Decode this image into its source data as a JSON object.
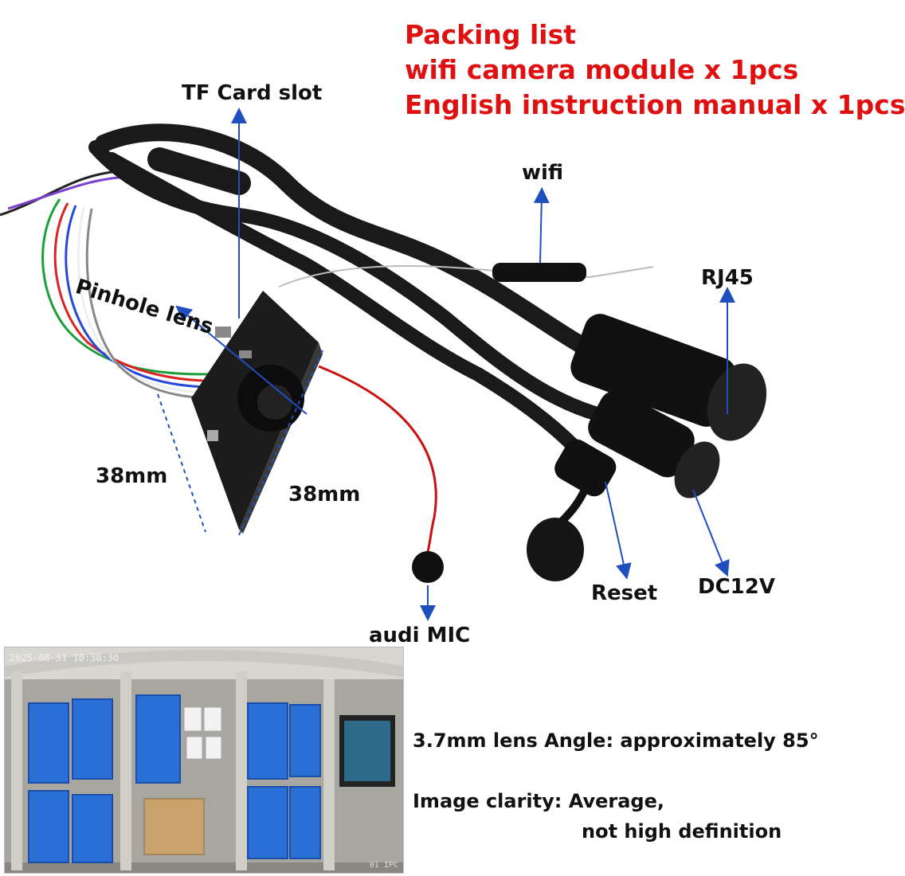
{
  "packing_list": {
    "title": "Packing list",
    "line1": "wifi camera module x 1pcs",
    "line2": "English instruction manual x 1pcs"
  },
  "callouts": {
    "tf_card": "TF Card slot",
    "wifi": "wifi",
    "rj45": "RJ45",
    "pinhole": "Pinhole lens",
    "width": "38mm",
    "height": "38mm",
    "reset": "Reset",
    "dc": "DC12V",
    "mic": "audi MIC"
  },
  "sample_photo": {
    "timestamp": "2025-08-31 10:30:30",
    "overlay": "01 IPC"
  },
  "specs": {
    "lens": "3.7mm lens Angle: approximately 85°",
    "clarity_label": "Image clarity: Average,",
    "clarity_note": "not high definition"
  },
  "colors": {
    "accent_red": "#e01010",
    "arrow_blue": "#1f4fbf",
    "cable_black": "#1a1a1a",
    "bin_blue": "#2a6fd6"
  }
}
